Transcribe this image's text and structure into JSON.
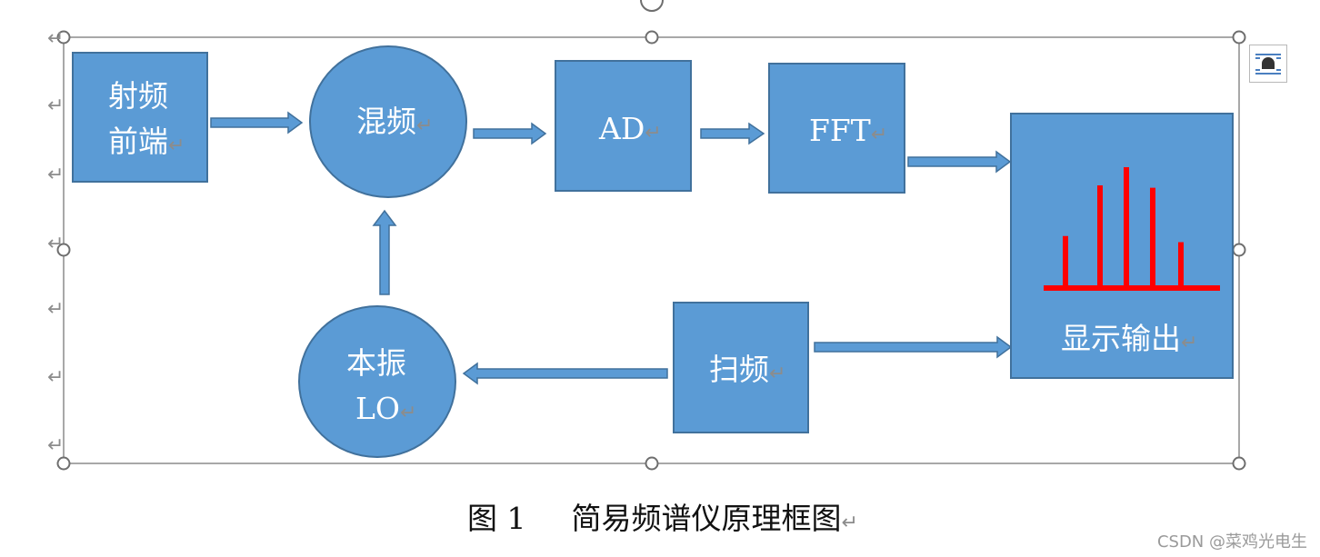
{
  "nodes": {
    "rf_front_end": {
      "line1": "射频",
      "line2": "前端"
    },
    "mixer": {
      "label": "混频"
    },
    "ad": {
      "label": "AD"
    },
    "fft": {
      "label": "FFT"
    },
    "display_output": {
      "label": "显示输出"
    },
    "sweep": {
      "label": "扫频"
    },
    "local_oscillator": {
      "line1": "本振",
      "line2": "LO"
    }
  },
  "paragraph_mark": "↵",
  "caption": {
    "figure_number": "图 1",
    "title": "简易频谱仪原理框图"
  },
  "watermark": "CSDN @菜鸡光电生",
  "spectrum": {
    "color": "#ff0000",
    "bars": [
      0.43,
      0.85,
      1.0,
      0.83,
      0.38
    ]
  },
  "colors": {
    "node_fill": "#5b9bd5",
    "node_border": "#41719c",
    "arrow_fill": "#5b9bd5"
  }
}
